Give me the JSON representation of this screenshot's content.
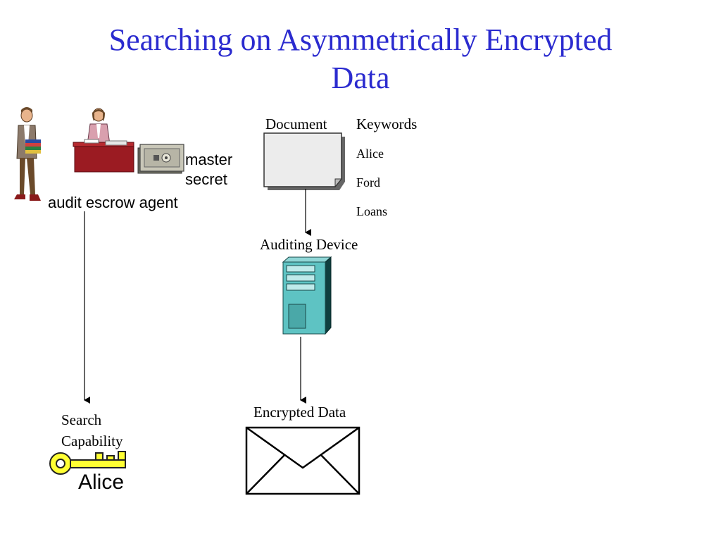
{
  "slide": {
    "title_line1": "Searching on Asymmetrically Encrypted",
    "title_line2": "Data"
  },
  "escrow": {
    "label": "audit escrow agent",
    "master_line1": "master",
    "master_line2": "secret"
  },
  "document": {
    "label": "Document",
    "keywords_header": "Keywords",
    "keywords": [
      "Alice",
      "Ford",
      "Loans"
    ]
  },
  "device": {
    "label": "Auditing Device"
  },
  "encrypted": {
    "label": "Encrypted Data"
  },
  "capability": {
    "line1": "Search",
    "line2": "Capability",
    "key_label": "Alice"
  },
  "colors": {
    "title": "#2b2bcf",
    "desk": "#9b1b22",
    "key": "#ffff33",
    "server": "#5ec3c3"
  }
}
